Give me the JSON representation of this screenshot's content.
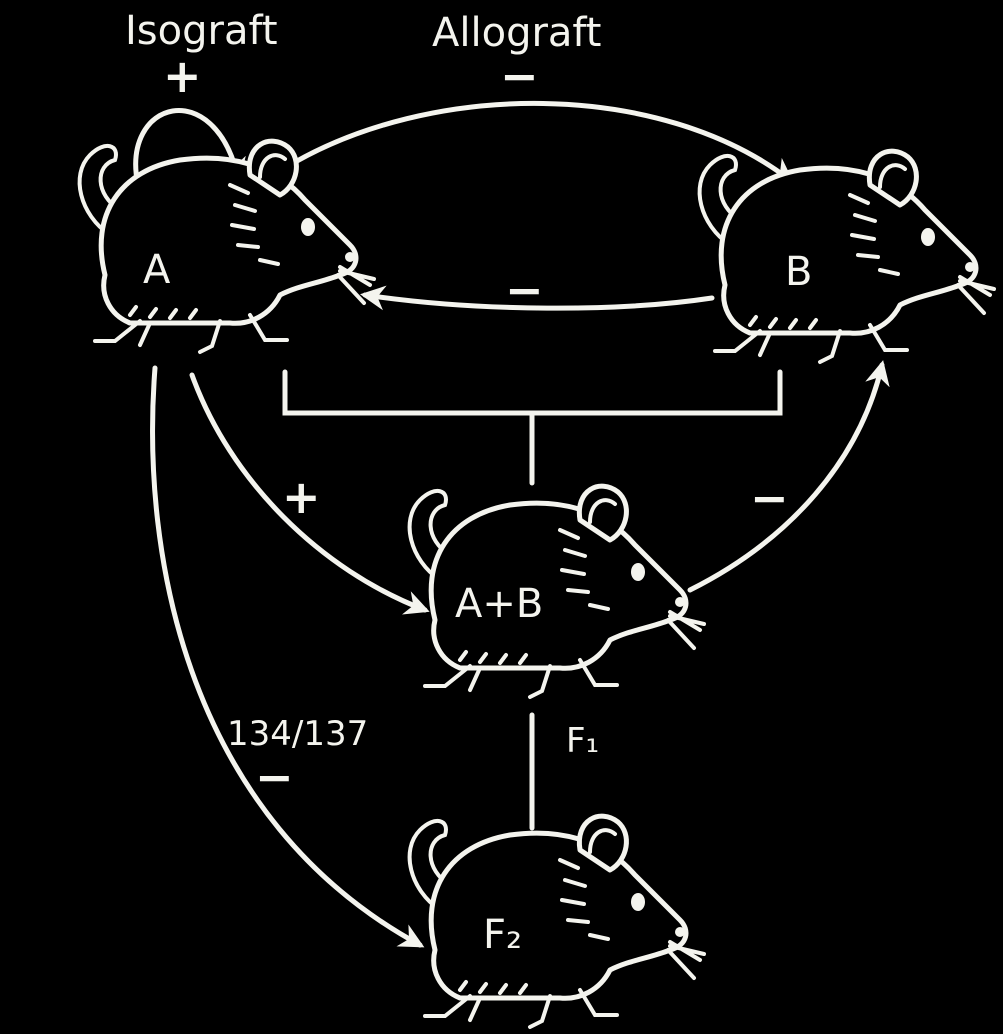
{
  "header": {
    "isograft_label": "Isograft",
    "allograft_label": "Allograft"
  },
  "signs": {
    "isograft": "+",
    "allograft_a_to_b": "−",
    "b_to_a": "−",
    "a_to_hybrid": "+",
    "hybrid_to_b": "−",
    "a_to_f2": "−"
  },
  "mice": {
    "a": "A",
    "b": "B",
    "hybrid": "A+B",
    "f2": "F₂"
  },
  "generation_label": "F₁",
  "ratio_label": "134/137",
  "colors": {
    "background": "#000000",
    "foreground": "#f4f4ee"
  }
}
